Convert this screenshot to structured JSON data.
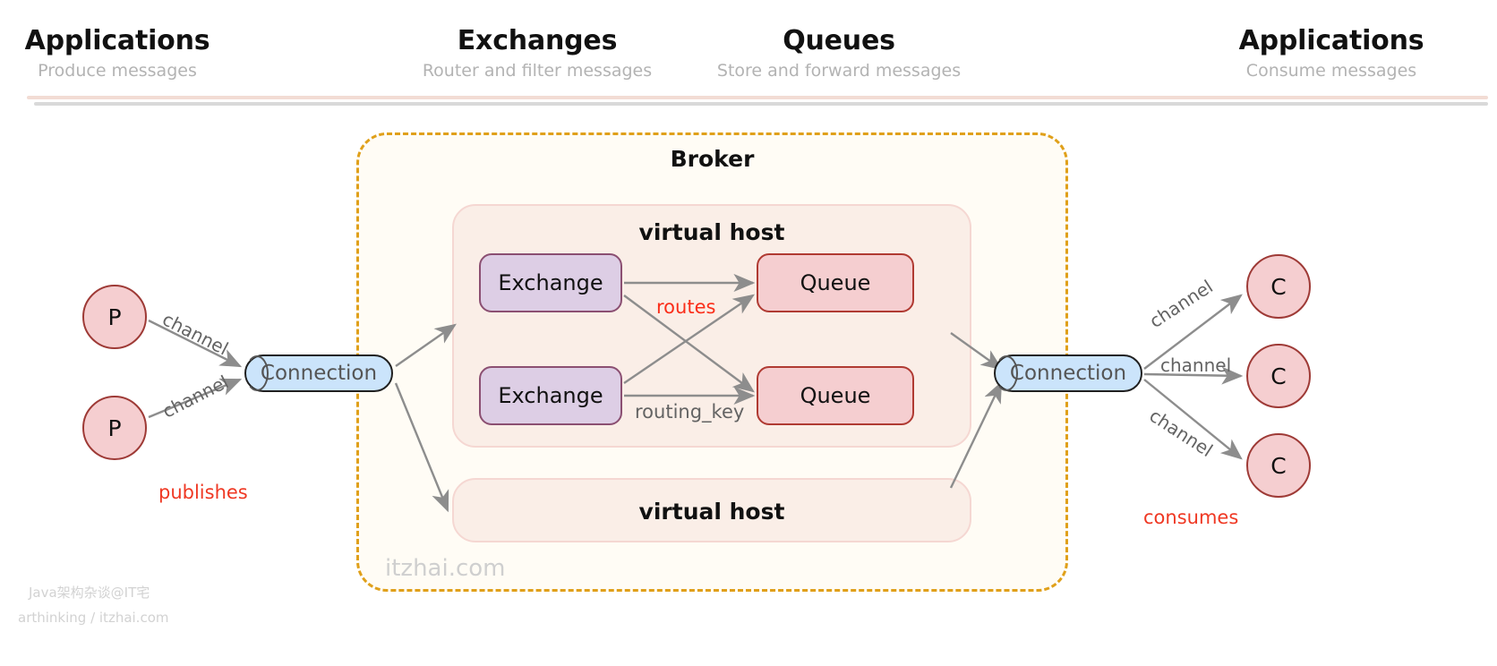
{
  "columns": [
    {
      "title": "Applications",
      "subtitle": "Produce messages"
    },
    {
      "title": "Exchanges",
      "subtitle": "Router and filter messages"
    },
    {
      "title": "Queues",
      "subtitle": "Store and forward messages"
    },
    {
      "title": "Applications",
      "subtitle": "Consume messages"
    }
  ],
  "broker": {
    "label": "Broker",
    "watermark": "itzhai.com",
    "border_color": "#e0a01a",
    "fill_color": "#fffcf5"
  },
  "vhosts": [
    {
      "label": "virtual host"
    },
    {
      "label": "virtual host"
    }
  ],
  "exchanges": [
    {
      "label": "Exchange"
    },
    {
      "label": "Exchange"
    }
  ],
  "queues": [
    {
      "label": "Queue"
    },
    {
      "label": "Queue"
    }
  ],
  "connections": [
    {
      "label": "Connection"
    },
    {
      "label": "Connection"
    }
  ],
  "producers": [
    {
      "label": "P"
    },
    {
      "label": "P"
    }
  ],
  "consumers": [
    {
      "label": "C"
    },
    {
      "label": "C"
    },
    {
      "label": "C"
    }
  ],
  "edge_labels": {
    "channel": "channel",
    "publishes": "publishes",
    "consumes": "consumes",
    "routes": "routes",
    "routing_key": "routing_key"
  },
  "watermark": {
    "line1": "Java架构杂谈@IT宅",
    "line2": "arthinking / itzhai.com"
  },
  "colors": {
    "exchange_fill": "#ddcee5",
    "exchange_border": "#8b4f72",
    "queue_fill": "#f5ced0",
    "queue_border": "#b03a32",
    "connection_fill": "#cbe4fb",
    "vhost_fill": "#faeee7",
    "accent_red": "#fa2d19",
    "arrow_gray": "#8d8d8d"
  }
}
